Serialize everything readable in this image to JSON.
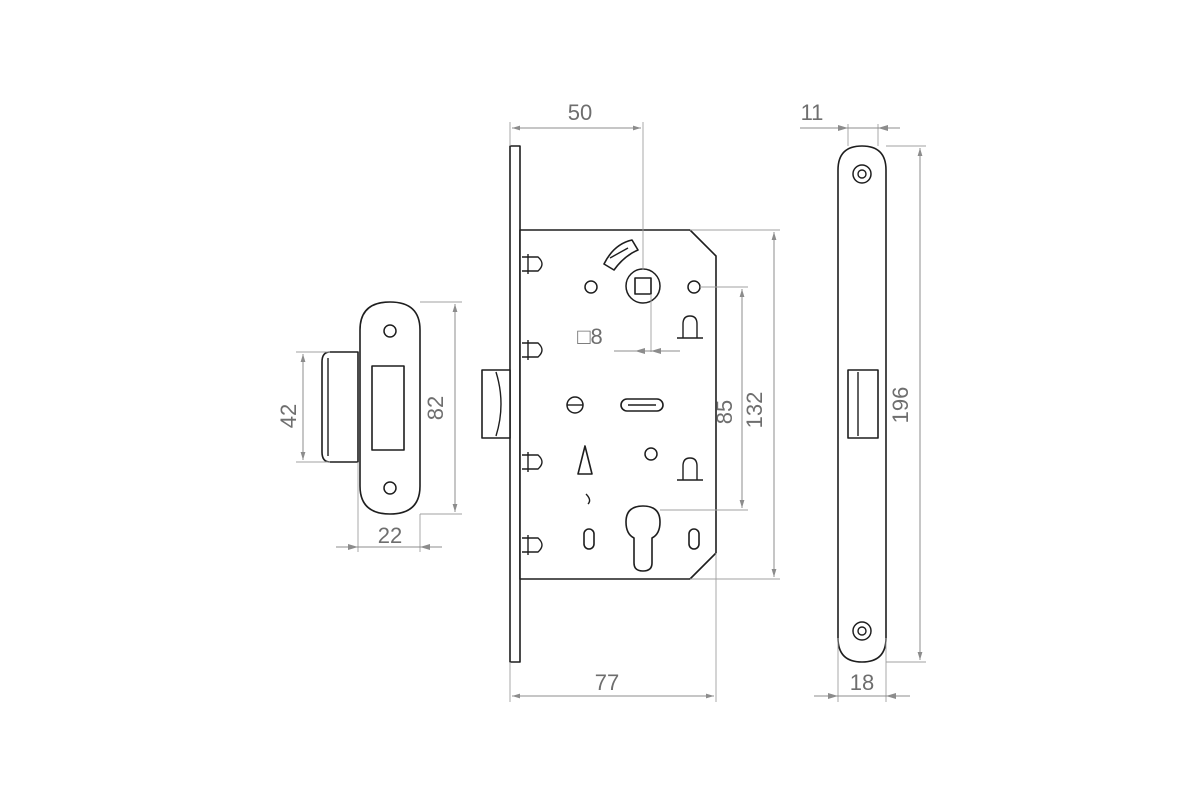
{
  "dimensions": {
    "strike_height": "42",
    "strike_plate_height": "82",
    "strike_width": "22",
    "backset": "50",
    "spindle_size": "□8",
    "centre_distance": "85",
    "case_height": "132",
    "case_depth": "77",
    "faceplate_offset": "11",
    "faceplate_height": "196",
    "faceplate_width": "18"
  },
  "colors": {
    "outline": "#1e1e1e",
    "dimension": "#8c8c8c",
    "text": "#6e6e6e",
    "background": "#ffffff"
  }
}
